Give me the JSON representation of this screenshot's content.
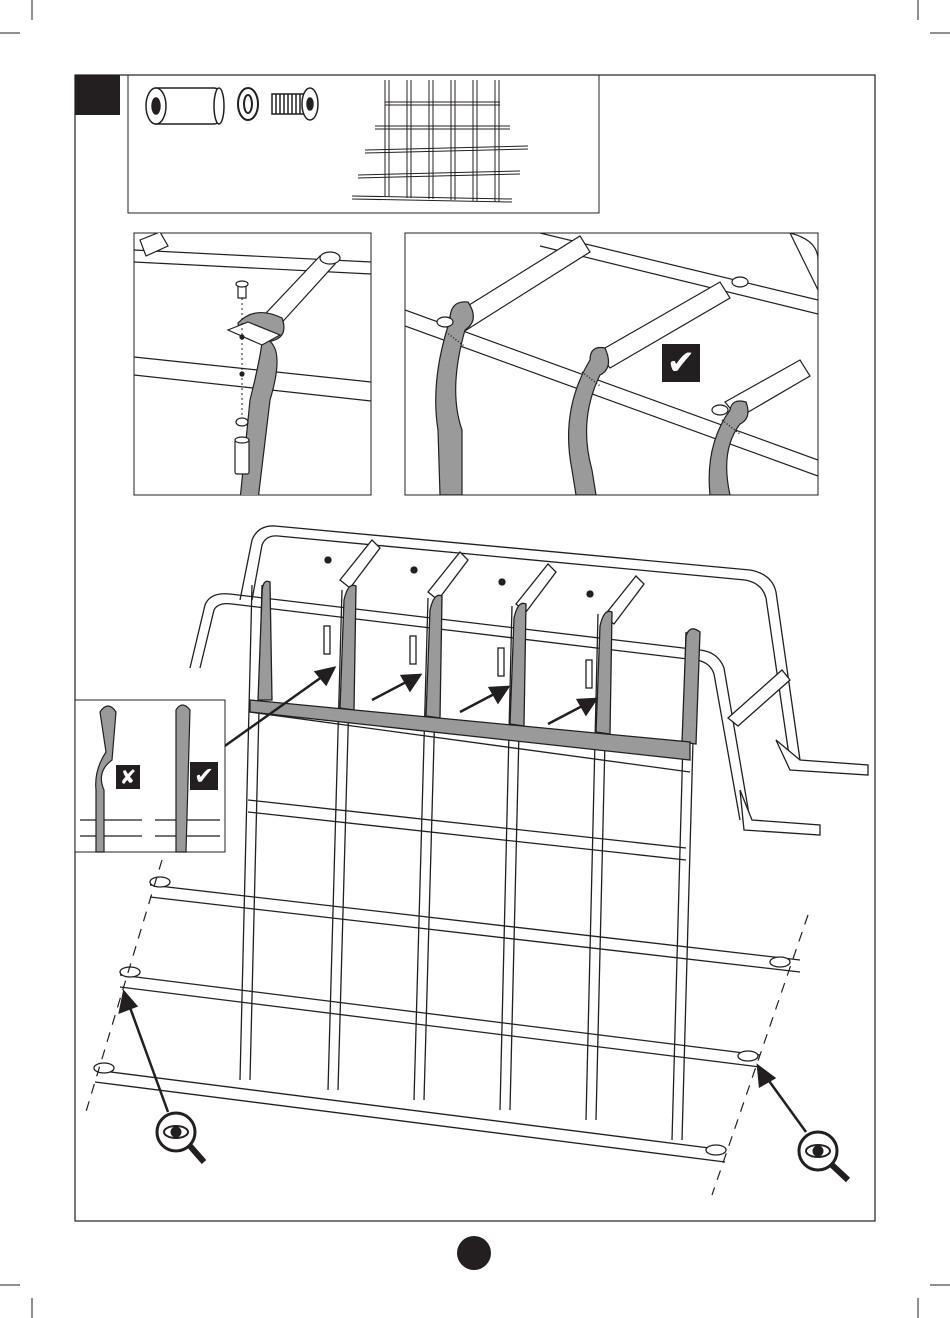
{
  "document": {
    "type": "assembly-instruction-page",
    "step_number": "",
    "page_number": "",
    "colors": {
      "ink": "#231f20",
      "strap": "#9a9a9a",
      "strap_dark": "#6f6f6f",
      "paper": "#ffffff"
    }
  },
  "parts_panel": {
    "items": [
      {
        "name": "barrel-nut",
        "icon": "barrel-nut-icon"
      },
      {
        "name": "spring-washer",
        "icon": "spring-washer-icon"
      },
      {
        "name": "bolt",
        "icon": "bolt-icon"
      },
      {
        "name": "net",
        "icon": "net-icon"
      }
    ]
  },
  "marks": {
    "correct": "✔",
    "incorrect": "✘"
  },
  "callouts": [
    {
      "name": "inspect-left-edge",
      "icon": "magnifier-eye-icon"
    },
    {
      "name": "inspect-right-edge",
      "icon": "magnifier-eye-icon"
    }
  ]
}
